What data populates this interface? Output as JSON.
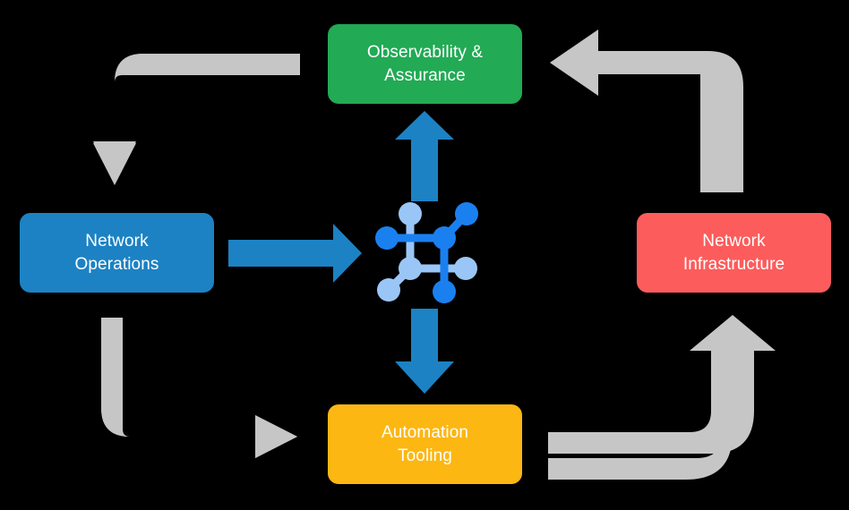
{
  "diagram": {
    "type": "cycle-diagram",
    "background_color": "#000000",
    "center_icon": {
      "name": "network-topology-icon",
      "primary_color": "#1a80f0",
      "secondary_color": "#9ac6f7"
    },
    "nodes": [
      {
        "id": "observability",
        "label": "Observability &\nAssurance",
        "color": "#22aa55",
        "text_color": "#ffffff",
        "position": "top"
      },
      {
        "id": "operations",
        "label": "Network\nOperations",
        "color": "#1c82c4",
        "text_color": "#ffffff",
        "position": "left"
      },
      {
        "id": "infrastructure",
        "label": "Network\nInfrastructure",
        "color": "#fc5c5c",
        "text_color": "#ffffff",
        "position": "right"
      },
      {
        "id": "automation",
        "label": "Automation\nTooling",
        "color": "#fcb713",
        "text_color": "#ffffff",
        "position": "bottom"
      }
    ],
    "blue_arrows": [
      {
        "id": "operations-to-center",
        "direction": "right",
        "color": "#1c82c4"
      },
      {
        "id": "center-to-observability",
        "direction": "up",
        "color": "#1c82c4"
      },
      {
        "id": "center-to-automation",
        "direction": "down",
        "color": "#1c82c4"
      }
    ],
    "gray_arrows": [
      {
        "id": "observability-to-operations",
        "direction": "left-then-down",
        "color": "#c6c6c6"
      },
      {
        "id": "operations-to-automation",
        "direction": "down-then-right",
        "color": "#c6c6c6"
      },
      {
        "id": "infrastructure-to-observability",
        "direction": "up-then-left",
        "color": "#c6c6c6"
      },
      {
        "id": "automation-to-infrastructure",
        "direction": "right-then-up",
        "color": "#c6c6c6"
      }
    ]
  }
}
